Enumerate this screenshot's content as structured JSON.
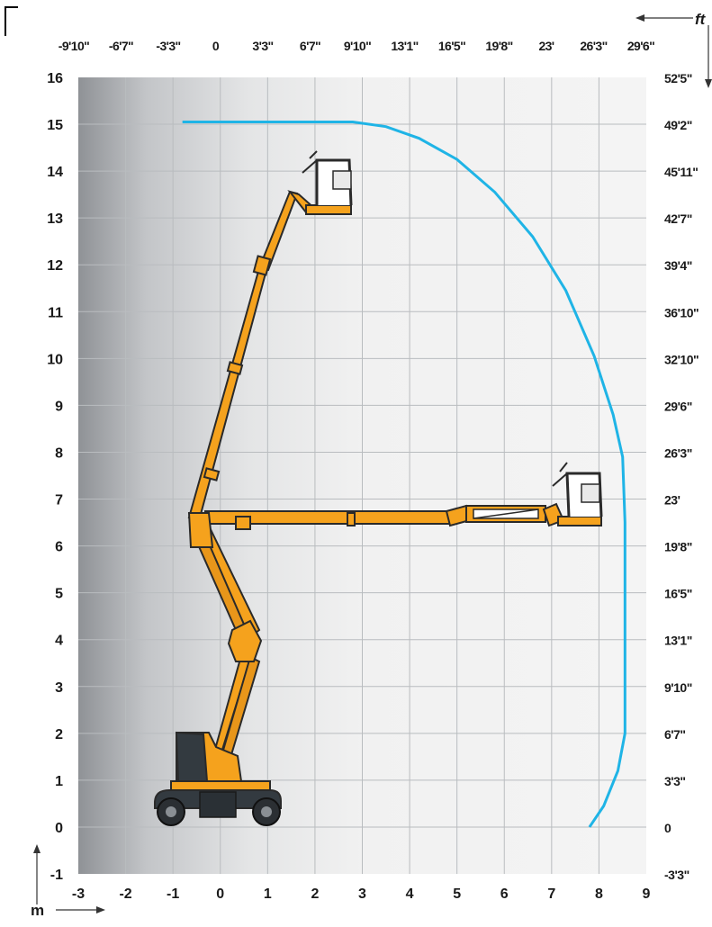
{
  "chart_data": {
    "type": "line",
    "title": "",
    "x_unit_bottom": "m",
    "x_unit_top": "ft",
    "xlim": [
      -3,
      9
    ],
    "ylim": [
      -1,
      16
    ],
    "bottom_ticks": [
      "-3",
      "-2",
      "-1",
      "0",
      "1",
      "2",
      "3",
      "4",
      "5",
      "6",
      "7",
      "8",
      "9"
    ],
    "top_ticks": [
      "-9'10\"",
      "-6'7\"",
      "-3'3\"",
      "0",
      "3'3\"",
      "6'7\"",
      "9'10\"",
      "13'1\"",
      "16'5\"",
      "19'8\"",
      "23'",
      "26'3\"",
      "29'6\""
    ],
    "left_ticks": [
      "-1",
      "0",
      "1",
      "2",
      "3",
      "4",
      "5",
      "6",
      "7",
      "8",
      "9",
      "10",
      "11",
      "12",
      "13",
      "14",
      "15",
      "16"
    ],
    "right_ticks": [
      "-3'3\"",
      "0",
      "3'3\"",
      "6'7\"",
      "9'10\"",
      "13'1\"",
      "16'5\"",
      "19'8\"",
      "23'",
      "26'3\"",
      "29'6\"",
      "32'10\"",
      "36'10\"",
      "39'4\"",
      "42'7\"",
      "45'11\"",
      "49'2\"",
      "52'5\""
    ],
    "grid": true,
    "series": [
      {
        "values": [
          [
            -0.8,
            15.05
          ],
          [
            2.8,
            15.05
          ],
          [
            3.5,
            14.95
          ],
          [
            4.2,
            14.7
          ],
          [
            5.0,
            14.25
          ],
          [
            5.8,
            13.55
          ],
          [
            6.6,
            12.6
          ],
          [
            7.3,
            11.45
          ],
          [
            7.9,
            10.05
          ],
          [
            8.3,
            8.8
          ],
          [
            8.5,
            7.9
          ],
          [
            8.55,
            6.5
          ],
          [
            8.55,
            2.0
          ],
          [
            8.4,
            1.2
          ],
          [
            8.1,
            0.45
          ],
          [
            7.8,
            0.0
          ]
        ],
        "color": "#1fb4e6"
      }
    ]
  },
  "colors": {
    "boom": "#f5a21d",
    "outline": "#2a2a2a",
    "chassis": "#333a40",
    "envelope": "#1fb4e6"
  }
}
